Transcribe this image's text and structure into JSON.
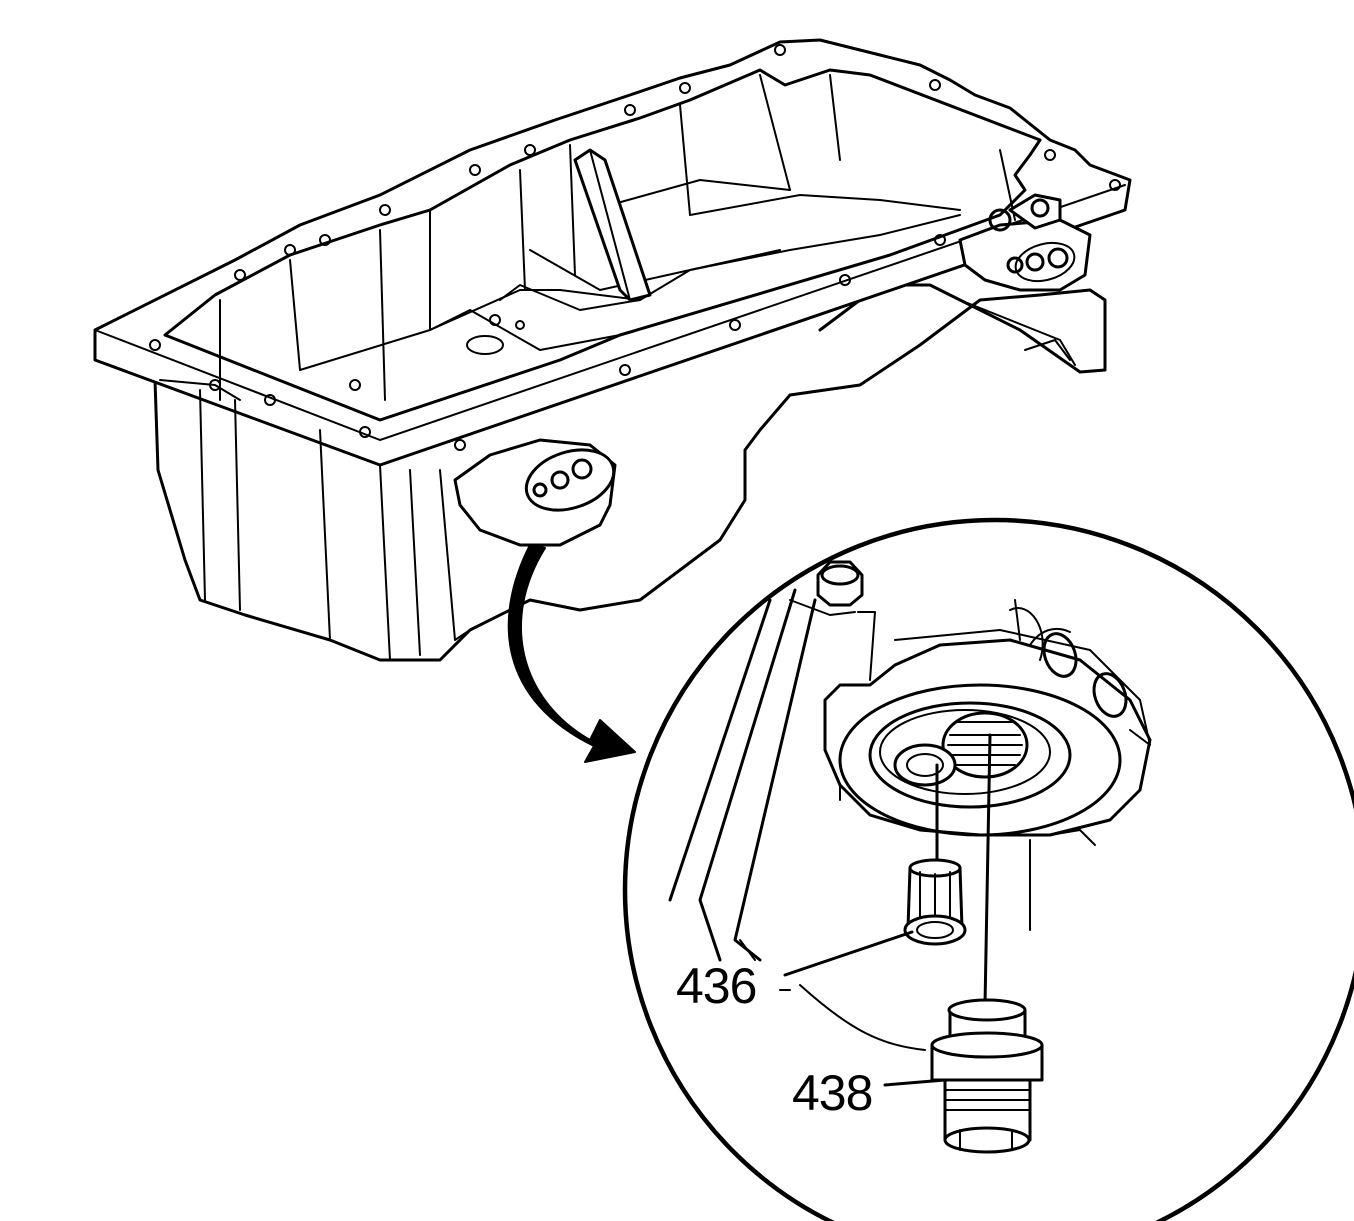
{
  "callouts": [
    {
      "id": "436",
      "label": "436"
    },
    {
      "id": "438",
      "label": "438"
    }
  ],
  "colors": {
    "line": "#000000",
    "background": "#ffffff"
  }
}
